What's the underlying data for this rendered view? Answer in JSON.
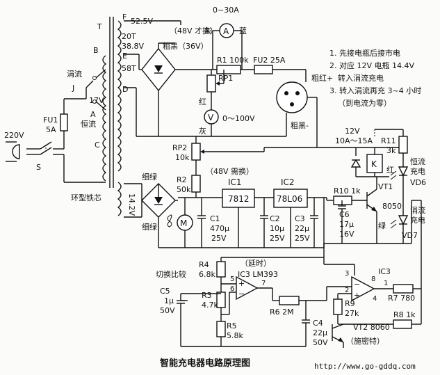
{
  "caption": "智能充电器电路原理图",
  "url": "http://www.go-gddq.com",
  "notes": [
    "1. 先接电瓶后接市电",
    "2. 对应 12V 电瓶 14.4V",
    "转入涓流充电",
    "3. 转入涓流再充 3~4 小时",
    "（到电流为零）"
  ],
  "mains": {
    "voltage": "220V",
    "fuse_name": "FU1",
    "fuse_value": "5A",
    "switch": "S"
  },
  "transformer": {
    "core": "环型铁芯",
    "taps": {
      "F": "F",
      "T": "T",
      "E": "E",
      "B": "B",
      "D": "D",
      "A": "A",
      "C": "C"
    },
    "v_top": "52.5V",
    "turns_top": "20T",
    "v_mid": "38.8V",
    "turns_mid": "58T",
    "tap_17": "17V",
    "sec_low": "14.2V"
  },
  "switch_labels": {
    "trickle": "涓流",
    "constant": "恒流",
    "J": "J"
  },
  "ammeter": {
    "symbol": "A",
    "range": "0~30A",
    "gray": "灰",
    "blue": "蓝"
  },
  "voltmeter": {
    "symbol": "V",
    "range": "0～100V",
    "red": "红",
    "gray": "灰"
  },
  "top_notes": {
    "swap48": "（48V 才换）",
    "thick_black_36": "粗黑（36V）"
  },
  "R1": "R1 100k",
  "FU2": "FU2 25A",
  "RP1": "RP1",
  "socket": {
    "plus": "粗红+",
    "minus": "粗黑-"
  },
  "relay": {
    "voltage": "12V",
    "rating": "10A～15A",
    "symbol": "K"
  },
  "R11": {
    "name": "R11",
    "value": "3k"
  },
  "VD6": {
    "color": "红",
    "line1": "恒流",
    "line2": "充电",
    "name": "VD6"
  },
  "VD7": {
    "color": "绿",
    "line1": "涓流",
    "line2": "充电",
    "name": "VD7"
  },
  "R10": "R10 1k",
  "VT1": {
    "name": "VT1",
    "type": "8050"
  },
  "C6": {
    "name": "C6",
    "value": "17μ",
    "volt": "16V"
  },
  "RP2": {
    "name": "RP2",
    "value": "10k"
  },
  "R2": {
    "name": "R2",
    "value": "50k"
  },
  "swap48_mid": "（48V 需换）",
  "IC1": {
    "name": "IC1",
    "part": "7812"
  },
  "IC2": {
    "name": "IC2",
    "part": "78L06"
  },
  "C1": {
    "name": "C1",
    "value": "470μ",
    "volt": "25V"
  },
  "C2": {
    "name": "C2",
    "value": "10μ",
    "volt": "25V"
  },
  "C3": {
    "name": "C3",
    "value": "22μ",
    "volt": "25V"
  },
  "thin_green": "细绿",
  "motor": "M",
  "R4": {
    "name": "R4",
    "value": "6.8k"
  },
  "R3": {
    "name": "R3",
    "value": "4.7k"
  },
  "R5": {
    "name": "R5",
    "value": "5.8k"
  },
  "C5": {
    "name": "C5",
    "value": "1μ",
    "volt": "50V"
  },
  "switch_compare": "切换比较",
  "delay": "（延时）",
  "IC3_title": "IC3 LM393",
  "IC3_right": "IC3",
  "R6": "R6 2M",
  "R7": "R7 780",
  "R8": "R8 1k",
  "R9": {
    "name": "R9",
    "value": "27k"
  },
  "C4": {
    "name": "C4",
    "value": "22μ",
    "volt": "50V"
  },
  "VT2": "VT2 8060",
  "schmitt": "（施密特）",
  "pins": {
    "p5": "5",
    "p6": "6",
    "p7": "7",
    "p3": "3",
    "p2": "2",
    "p8": "8",
    "p4": "4",
    "p1": "1"
  },
  "opamp_plus": "+",
  "opamp_minus": "−"
}
